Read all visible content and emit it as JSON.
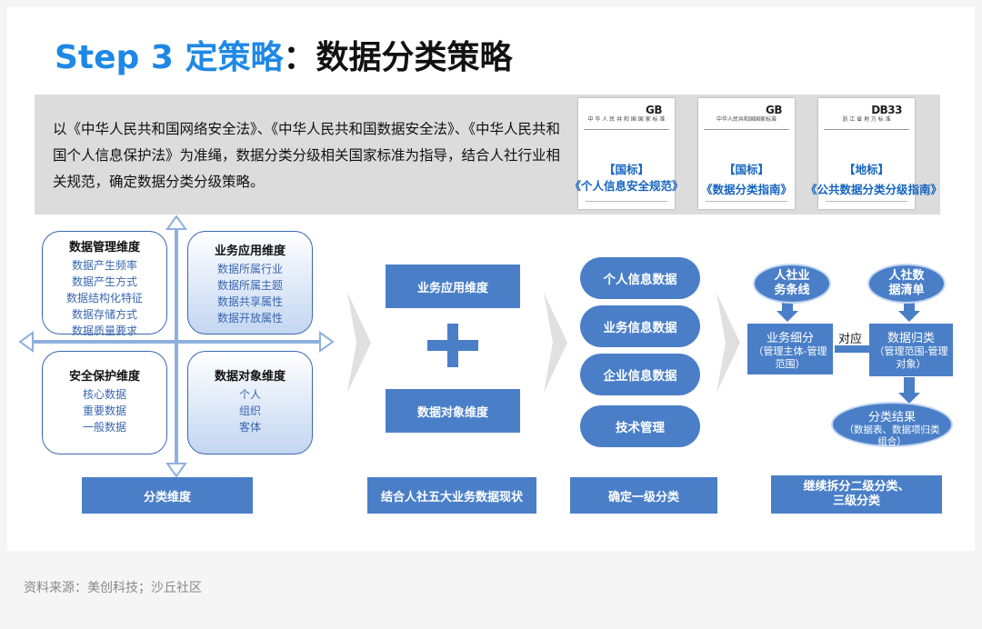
{
  "header": {
    "step": "Step 3 定策略",
    "colon": "：",
    "main": "数据分类策略"
  },
  "intro": "以《中华人民共和国网络安全法》、《中华人民共和国数据安全法》、《中华人民共和国个人信息保护法》为准绳，数据分类分级相关国家标准为指导，结合人社行业相关规范，确定数据分类分级策略。",
  "docs": [
    {
      "code": "GB",
      "org": "中 华 人 民 共 和 国 国 家 标 准",
      "label": "【国标】",
      "name": "《个人信息安全规范》"
    },
    {
      "code": "GB",
      "org": "中华人民共和国国家标准",
      "label": "【国标】",
      "name": "《数据分类指南》"
    },
    {
      "code": "DB33",
      "org": "浙 江 省 地 方 标 准",
      "label": "【地标】",
      "name": "《公共数据分类分级指南》"
    }
  ],
  "quadrants": [
    {
      "title": "数据管理维度",
      "items": [
        "数据产生频率",
        "数据产生方式",
        "数据结构化特征",
        "数据存储方式",
        "数据质量要求"
      ]
    },
    {
      "title": "业务应用维度",
      "items": [
        "数据所属行业",
        "数据所属主题",
        "数据共享属性",
        "数据开放属性"
      ]
    },
    {
      "title": "安全保护维度",
      "items": [
        "核心数据",
        "重要数据",
        "一般数据"
      ]
    },
    {
      "title": "数据对象维度",
      "items": [
        "个人",
        "组织",
        "客体"
      ]
    }
  ],
  "combine": {
    "top": "业务应用维度",
    "bottom": "数据对象维度",
    "plus": "+"
  },
  "pills": [
    "个人信息数据",
    "业务信息数据",
    "企业信息数据",
    "技术管理"
  ],
  "flow": {
    "ellipse_left": "人社业\n务条线",
    "ellipse_right": "人社数\n据清单",
    "box_left_title": "业务细分",
    "box_left_sub": "（管理主体-管理范围）",
    "connector": "对应",
    "box_right_title": "数据归类",
    "box_right_sub": "（管理范围-管理对象）",
    "result_title": "分类结果",
    "result_sub": "（数据表、数据项归类组合）"
  },
  "bottom_labels": [
    "分类维度",
    "结合人社五大业务数据现状",
    "确定一级分类",
    "继续拆分二级分类、三级分类"
  ],
  "source": "资料来源：美创科技；沙丘社区",
  "colors": {
    "accent": "#1e88e5",
    "box": "#4a7fc8",
    "banner": "#dcdcdc",
    "tag": "#1565c0"
  }
}
